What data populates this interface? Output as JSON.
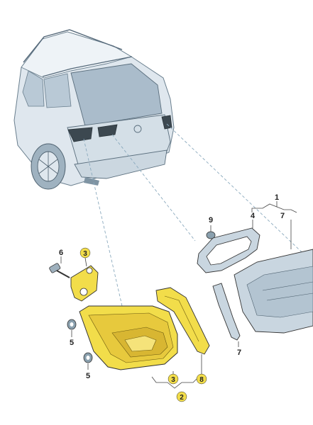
{
  "callouts": {
    "c1": "1",
    "c2": "2",
    "c3a": "3",
    "c3b": "3",
    "c4": "4",
    "c5a": "5",
    "c5b": "5",
    "c6": "6",
    "c7a": "7",
    "c7b": "7",
    "c8": "8",
    "c9": "9"
  },
  "colors": {
    "highlight": "#f2dd4a",
    "part_fill": "#c9d6e0",
    "car_fill": "#dde6ed",
    "stroke": "#333333"
  }
}
